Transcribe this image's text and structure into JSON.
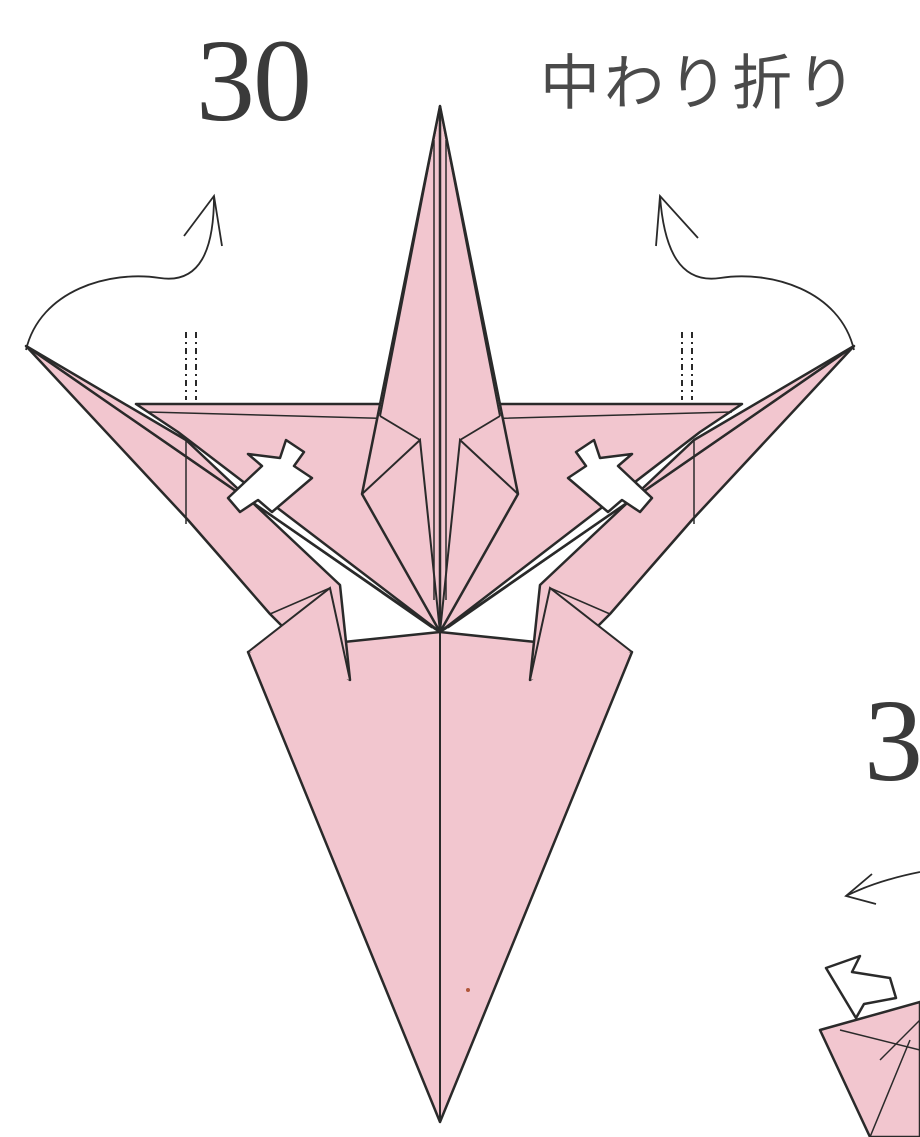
{
  "step": {
    "number": "30",
    "instruction": "中わり折り"
  },
  "next_step": {
    "number_partial": "3"
  },
  "colors": {
    "paper": "#f2c6cf",
    "paper_dark": "#e7b0bd",
    "line": "#2a2a2a",
    "arrow_fill": "#ffffff"
  },
  "icons": {
    "fold_arrow": "curved-arrow-icon",
    "push_arrow": "push-arrow-icon"
  }
}
